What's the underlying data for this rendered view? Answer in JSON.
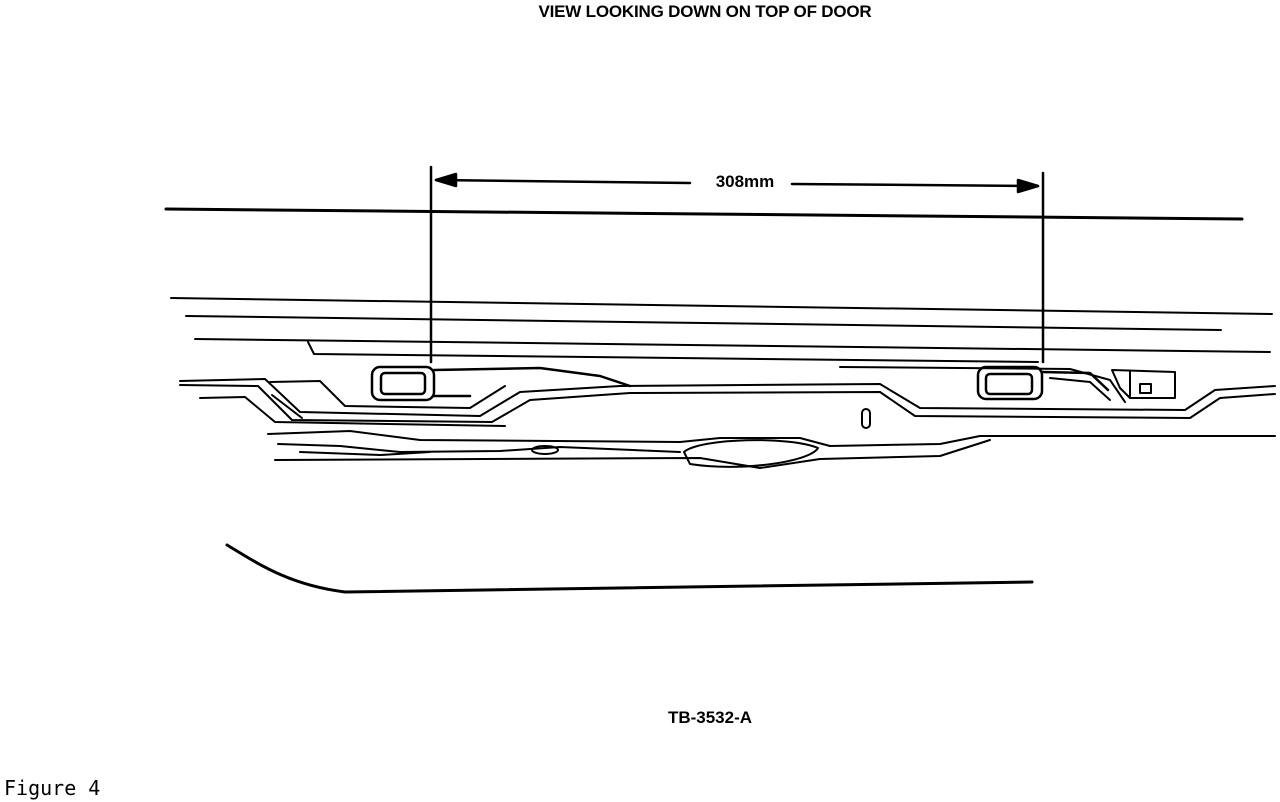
{
  "diagram": {
    "view_title": "VIEW LOOKING DOWN ON TOP OF DOOR",
    "dimension_label": "308mm",
    "drawing_code": "TB-3532-A",
    "figure_caption": "Figure 4"
  }
}
